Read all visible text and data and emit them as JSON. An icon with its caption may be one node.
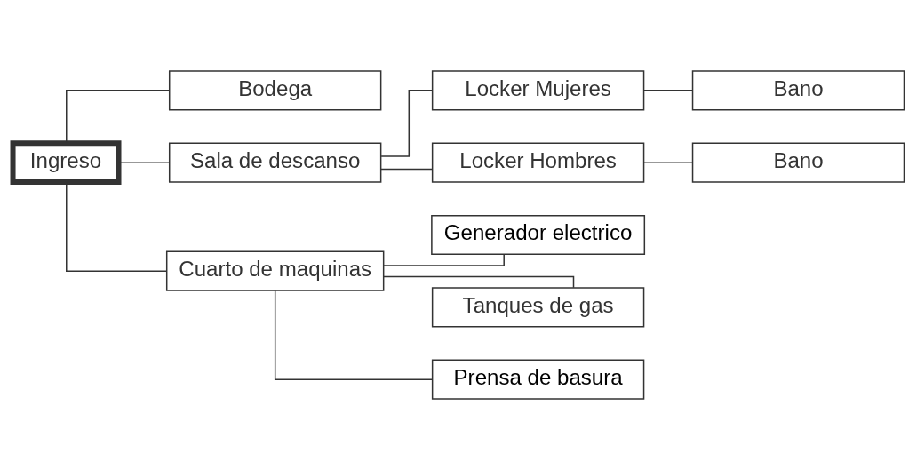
{
  "diagram": {
    "nodes": [
      {
        "text": [
          "Ingreso"
        ]
      },
      {
        "text": [
          "Bodega"
        ]
      },
      {
        "text": [
          "Sala de descanso"
        ]
      },
      {
        "text": [
          "Cuarto de maquinas"
        ]
      },
      {
        "text": [
          "Locker Mujeres"
        ]
      },
      {
        "text": [
          "Bano"
        ]
      },
      {
        "text": [
          "Locker Hombres"
        ]
      },
      {
        "text": [
          "Bano"
        ]
      },
      {
        "text": [
          "Generador electrico"
        ]
      },
      {
        "text": [
          "Tanques de gas"
        ]
      },
      {
        "text": [
          "Prensa de basura"
        ]
      }
    ],
    "edges": [
      {
        "from": 0,
        "to": 1,
        "arrow": "none"
      },
      {
        "from": 0,
        "to": 2,
        "arrow": "none"
      },
      {
        "from": 0,
        "to": 3,
        "arrow": "none"
      },
      {
        "from": 2,
        "to": 4,
        "arrow": "none"
      },
      {
        "from": 2,
        "to": 6,
        "arrow": "none"
      },
      {
        "from": 4,
        "to": 5,
        "arrow": "none"
      },
      {
        "from": 6,
        "to": 7,
        "arrow": "none"
      },
      {
        "from": 3,
        "to": 8,
        "arrow": "none"
      },
      {
        "from": 3,
        "to": 9,
        "arrow": "none"
      },
      {
        "from": 3,
        "to": 10,
        "arrow": "none"
      }
    ]
  }
}
